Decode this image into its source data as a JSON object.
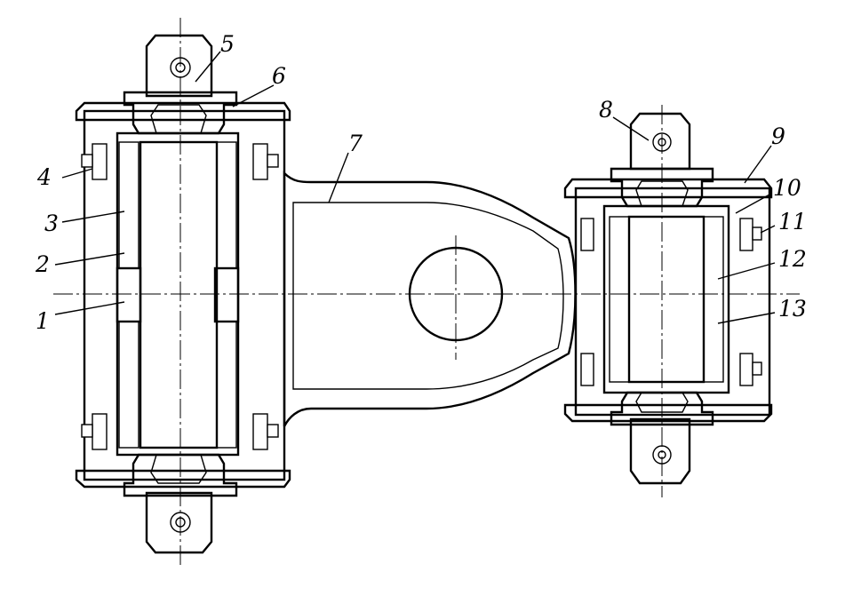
{
  "labels": [
    "1",
    "2",
    "3",
    "4",
    "5",
    "6",
    "7",
    "8",
    "9",
    "10",
    "11",
    "12",
    "13"
  ],
  "colors": {
    "ink": "#000000",
    "paper": "#ffffff"
  }
}
